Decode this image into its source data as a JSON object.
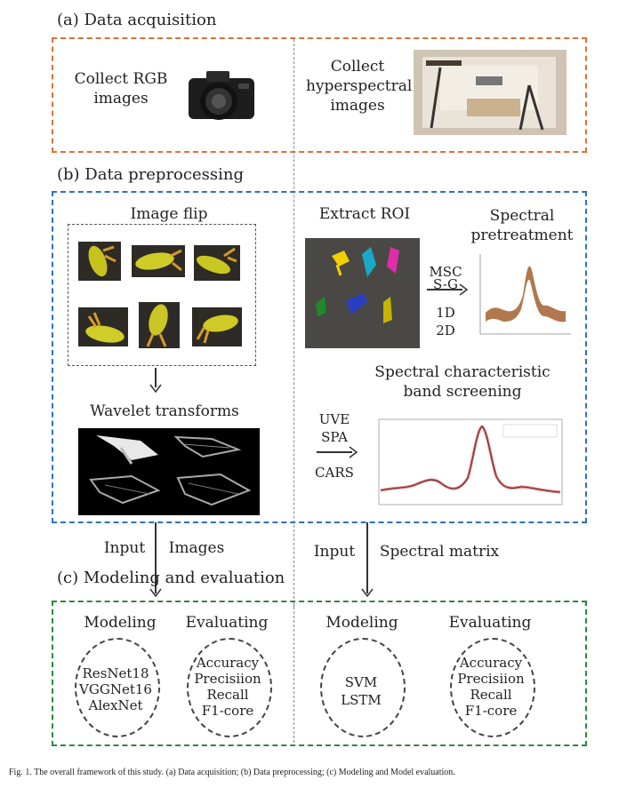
{
  "section_a": {
    "title": "(a) Data acquisition",
    "rgb_label": "Collect RGB images",
    "hsi_label": "Collect hyperspectral images"
  },
  "section_b": {
    "title": "(b) Data preprocessing",
    "image_flip": "Image flip",
    "wavelet": "Wavelet transforms",
    "extract_roi": "Extract ROI",
    "spectral_pretreatment": "Spectral pretreatment",
    "pretreat_methods": [
      "MSC",
      "S-G",
      "1D",
      "2D"
    ],
    "band_screening": "Spectral characteristic band screening",
    "screen_methods": [
      "UVE",
      "SPA",
      "CARS"
    ]
  },
  "flow": {
    "input_left": "Input",
    "images": "Images",
    "input_right": "Input",
    "spectral_matrix": "Spectral matrix"
  },
  "section_c": {
    "title": "(c) Modeling and evaluation",
    "left": {
      "modeling": "Modeling",
      "evaluating": "Evaluating",
      "models": [
        "ResNet18",
        "VGGNet16",
        "AlexNet"
      ],
      "metrics": [
        "Accuracy",
        "Precisiion",
        "Recall",
        "F1-core"
      ]
    },
    "right": {
      "modeling": "Modeling",
      "evaluating": "Evaluating",
      "models": [
        "SVM",
        "LSTM"
      ],
      "metrics": [
        "Accuracy",
        "Precisiion",
        "Recall",
        "F1-core"
      ]
    }
  },
  "caption": "Fig. 1. The overall framework of this study. (a) Data acquisition; (b) Data preprocessing; (c) Modeling and Model evaluation."
}
